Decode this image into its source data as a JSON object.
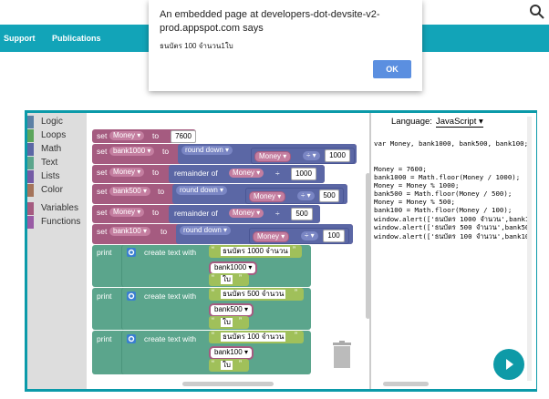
{
  "nav": {
    "links": [
      "Support",
      "Publications"
    ]
  },
  "dialog": {
    "title": "An embedded page at developers-dot-devsite-v2-prod.appspot.com says",
    "message": "ธนบัตร 100 จำนวน1ใบ",
    "ok": "OK"
  },
  "toolbox": {
    "categories": [
      {
        "label": "Logic",
        "color": "#5b80a5"
      },
      {
        "label": "Loops",
        "color": "#5ba55b"
      },
      {
        "label": "Math",
        "color": "#5b67a5"
      },
      {
        "label": "Text",
        "color": "#5ba58c"
      },
      {
        "label": "Lists",
        "color": "#745ba5"
      },
      {
        "label": "Color",
        "color": "#a5745b"
      },
      {
        "label": "Variables",
        "color": "#a55b80"
      },
      {
        "label": "Functions",
        "color": "#995ba5"
      }
    ]
  },
  "blocks": {
    "set": "set",
    "to": "to",
    "print": "print",
    "create_text_with": "create text with",
    "round_down": "round down",
    "remainder_of": "remainder of",
    "dropdown_arrow": "▾",
    "div": "÷",
    "quote_open": "“",
    "quote_close": "”",
    "vars": {
      "money": "Money",
      "bank1000": "bank1000",
      "bank500": "bank500",
      "bank100": "bank100"
    },
    "numbers": {
      "money_init": "7600",
      "n1000": "1000",
      "n500": "500",
      "n100": "100"
    },
    "texts": {
      "p1": "ธนบัตร 1000 จำนวน",
      "p2": "ธนบัตร 500 จำนวน",
      "p3": "ธนบัตร 100 จำนวน",
      "unit": "ใบ"
    }
  },
  "code": {
    "language_label": "Language:",
    "language_value": "JavaScript",
    "lines": [
      "var Money, bank1000, bank500, bank100;",
      "",
      "",
      "Money = 7600;",
      "bank1000 = Math.floor(Money / 1000);",
      "Money = Money % 1000;",
      "bank500 = Math.floor(Money / 500);",
      "Money = Money % 500;",
      "bank100 = Math.floor(Money / 100);",
      "window.alert(['ธนบัตร 1000 จำนวน',bank1",
      "window.alert(['ธนบัตร 500 จำนวน',bank50",
      "window.alert(['ธนบัตร 100 จำนวน',bank10"
    ]
  },
  "colors": {
    "nav": "#12a4b8",
    "variable_block": "#a55b80",
    "math_block": "#5b67a5",
    "text_block": "#5ba58c",
    "text_literal": "#a0c05a",
    "ok_button": "#5b8fe0",
    "run_button": "#0e9aa7"
  },
  "icons": {
    "search": "search-icon",
    "gear": "gear-icon",
    "trash": "trash-icon",
    "run": "run-icon"
  }
}
